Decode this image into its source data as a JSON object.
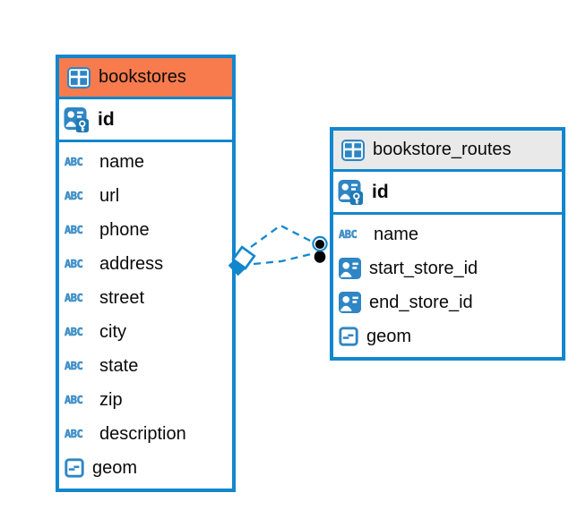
{
  "diagram": {
    "colors": {
      "accent_blue": "#1287cd",
      "icon_blue": "#2e86c5",
      "bookstores_header_bg": "#f87b4d",
      "routes_header_bg": "#e9e9e9",
      "endpoint_black": "#000000",
      "background": "#ffffff"
    },
    "icons": {
      "text_type_label": "ABC"
    },
    "tables": [
      {
        "name": "bookstores",
        "primary_key": {
          "name": "id"
        },
        "columns": [
          {
            "name": "name",
            "type": "text"
          },
          {
            "name": "url",
            "type": "text"
          },
          {
            "name": "phone",
            "type": "text"
          },
          {
            "name": "address",
            "type": "text"
          },
          {
            "name": "street",
            "type": "text"
          },
          {
            "name": "city",
            "type": "text"
          },
          {
            "name": "state",
            "type": "text"
          },
          {
            "name": "zip",
            "type": "text"
          },
          {
            "name": "description",
            "type": "text"
          },
          {
            "name": "geom",
            "type": "geometry"
          }
        ]
      },
      {
        "name": "bookstore_routes",
        "primary_key": {
          "name": "id"
        },
        "columns": [
          {
            "name": "name",
            "type": "text"
          },
          {
            "name": "start_store_id",
            "type": "foreign-key"
          },
          {
            "name": "end_store_id",
            "type": "foreign-key"
          },
          {
            "name": "geom",
            "type": "geometry"
          }
        ]
      }
    ],
    "connections": [
      {
        "from": "bookstore_routes.start_store_id",
        "to": "bookstores.id",
        "style": "dashed"
      },
      {
        "from": "bookstore_routes.end_store_id",
        "to": "bookstores.id",
        "style": "dashed"
      }
    ]
  }
}
